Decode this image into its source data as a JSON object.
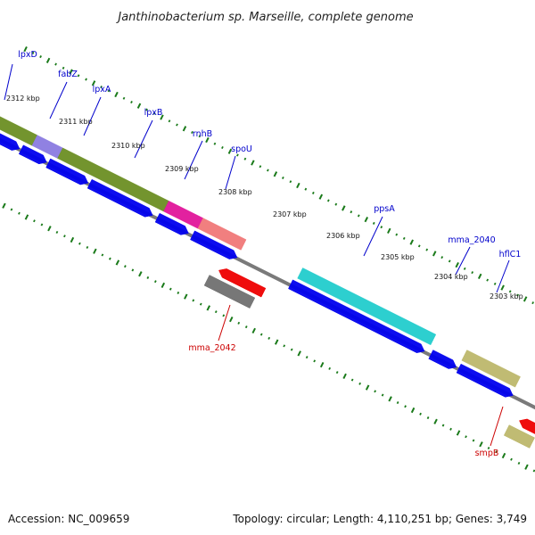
{
  "title": "Janthinobacterium sp. Marseille, complete genome",
  "footer": {
    "accession": "Accession: NC_009659",
    "topology": "Topology: circular; Length: 4,110,251 bp; Genes: 3,749"
  },
  "colors": {
    "background": "#ffffff",
    "backbone": "#7a7a7a",
    "tick": "#1a7a1a",
    "forward_label": "#0000cc",
    "reverse_label": "#cc0000",
    "blue": "#0000ee",
    "olive": "#6b8e23",
    "lavender": "#8a7ae0",
    "magenta": "#e0159a",
    "salmon": "#f07878",
    "cyan": "#22cccc",
    "khaki": "#bdb76b",
    "gray": "#707070",
    "red": "#ee0000"
  },
  "kbp_labels": [
    "2312 kbp",
    "2311 kbp",
    "2310 kbp",
    "2309 kbp",
    "2308 kbp",
    "2307 kbp",
    "2306 kbp",
    "2305 kbp",
    "2304 kbp",
    "2303 kbp"
  ],
  "gene_labels": [
    {
      "text": "lpxD",
      "strand": "forward"
    },
    {
      "text": "fabZ",
      "strand": "forward"
    },
    {
      "text": "lpxA",
      "strand": "forward"
    },
    {
      "text": "lpxB",
      "strand": "forward"
    },
    {
      "text": "rnhB",
      "strand": "forward"
    },
    {
      "text": "spoU",
      "strand": "forward"
    },
    {
      "text": "ppsA",
      "strand": "forward"
    },
    {
      "text": "mma_2040",
      "strand": "forward"
    },
    {
      "text": "hflC1",
      "strand": "forward"
    },
    {
      "text": "mma_2042",
      "strand": "reverse"
    },
    {
      "text": "smpB",
      "strand": "reverse"
    }
  ]
}
